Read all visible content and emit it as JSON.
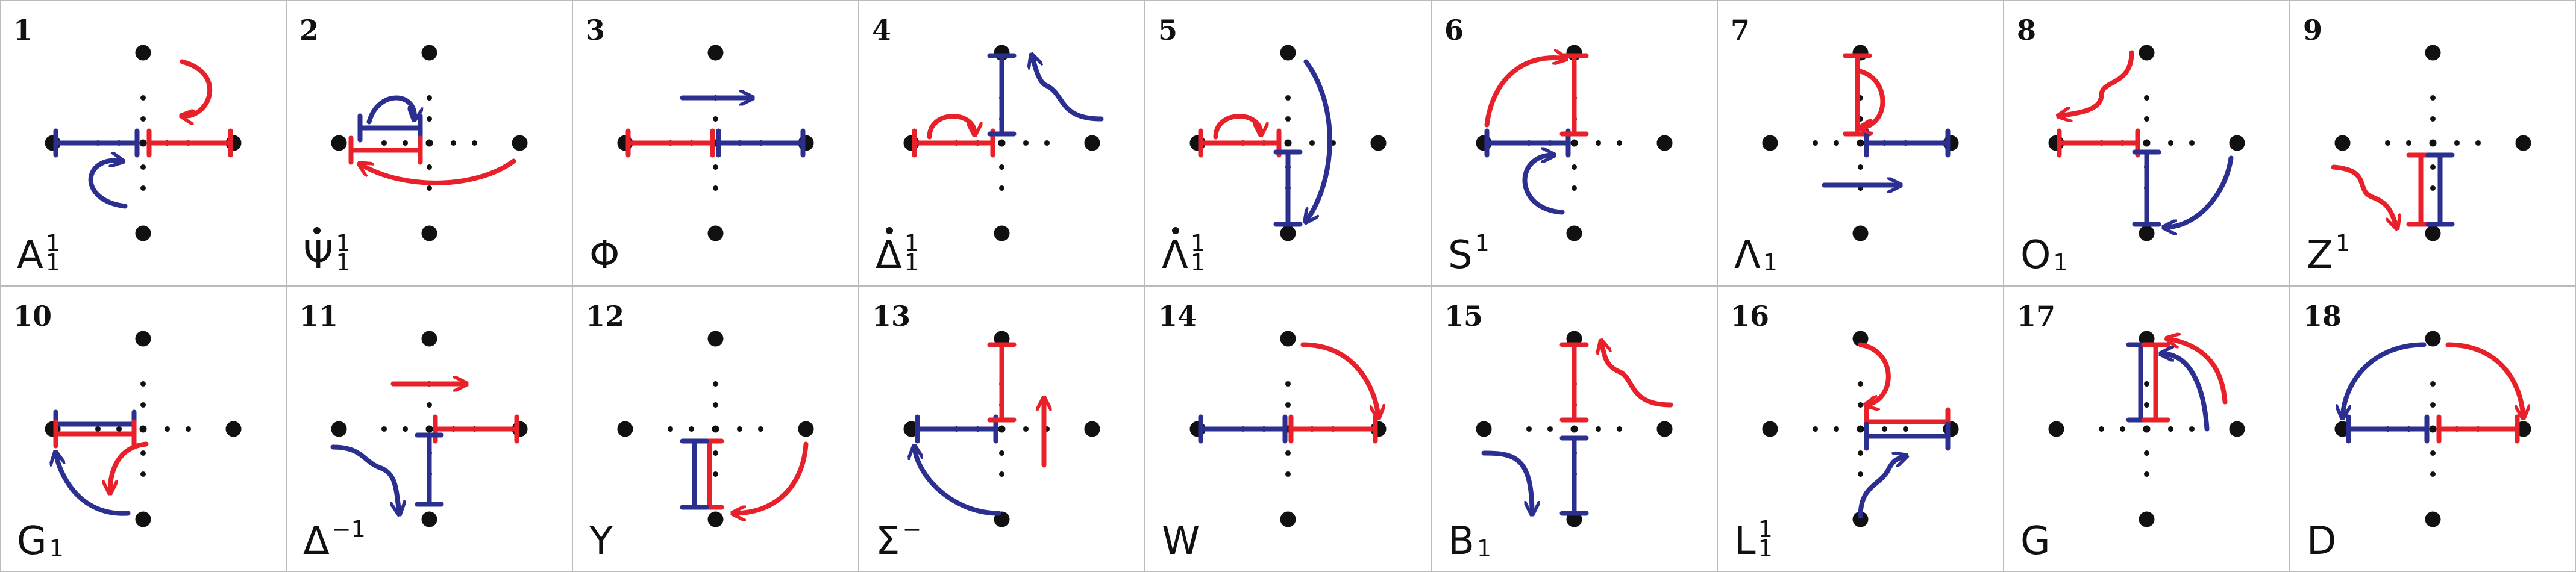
{
  "colors": {
    "red": "#E8202A",
    "blue": "#2B2F8F",
    "ink": "#111111",
    "grid": "#bbbbbb"
  },
  "panels": [
    {
      "number": "1",
      "label": "A",
      "label_sup": "1",
      "label_sub": "1",
      "label_dot": false
    },
    {
      "number": "2",
      "label": "Ψ",
      "label_sup": "1",
      "label_sub": "1",
      "label_dot": true
    },
    {
      "number": "3",
      "label": "Φ",
      "label_sup": "",
      "label_sub": "",
      "label_dot": false
    },
    {
      "number": "4",
      "label": "Δ",
      "label_sup": "1",
      "label_sub": "1",
      "label_dot": true
    },
    {
      "number": "5",
      "label": "Λ",
      "label_sup": "1",
      "label_sub": "1",
      "label_dot": true
    },
    {
      "number": "6",
      "label": "S",
      "label_sup": "1",
      "label_sub": "",
      "label_dot": false
    },
    {
      "number": "7",
      "label": "Λ",
      "label_sup": "",
      "label_sub": "1",
      "label_dot": false
    },
    {
      "number": "8",
      "label": "O",
      "label_sup": "",
      "label_sub": "1",
      "label_dot": false
    },
    {
      "number": "9",
      "label": "Z",
      "label_sup": "1",
      "label_sub": "",
      "label_dot": false
    },
    {
      "number": "10",
      "label": "G",
      "label_sup": "",
      "label_sub": "1",
      "label_dot": false
    },
    {
      "number": "11",
      "label": "Δ",
      "label_sup": "−1",
      "label_sub": "",
      "label_dot": false
    },
    {
      "number": "12",
      "label": "Y",
      "label_sup": "",
      "label_sub": "",
      "label_dot": false
    },
    {
      "number": "13",
      "label": "Σ",
      "label_sup": "−",
      "label_sub": "",
      "label_dot": false
    },
    {
      "number": "14",
      "label": "W",
      "label_sup": "",
      "label_sub": "",
      "label_dot": false
    },
    {
      "number": "15",
      "label": "B",
      "label_sup": "",
      "label_sub": "1",
      "label_dot": false
    },
    {
      "number": "16",
      "label": "L",
      "label_sup": "1",
      "label_sub": "1",
      "label_dot": false
    },
    {
      "number": "17",
      "label": "G",
      "label_sup": "",
      "label_sub": "",
      "label_dot": false
    },
    {
      "number": "18",
      "label": "D",
      "label_sup": "",
      "label_sub": "",
      "label_dot": false
    }
  ]
}
